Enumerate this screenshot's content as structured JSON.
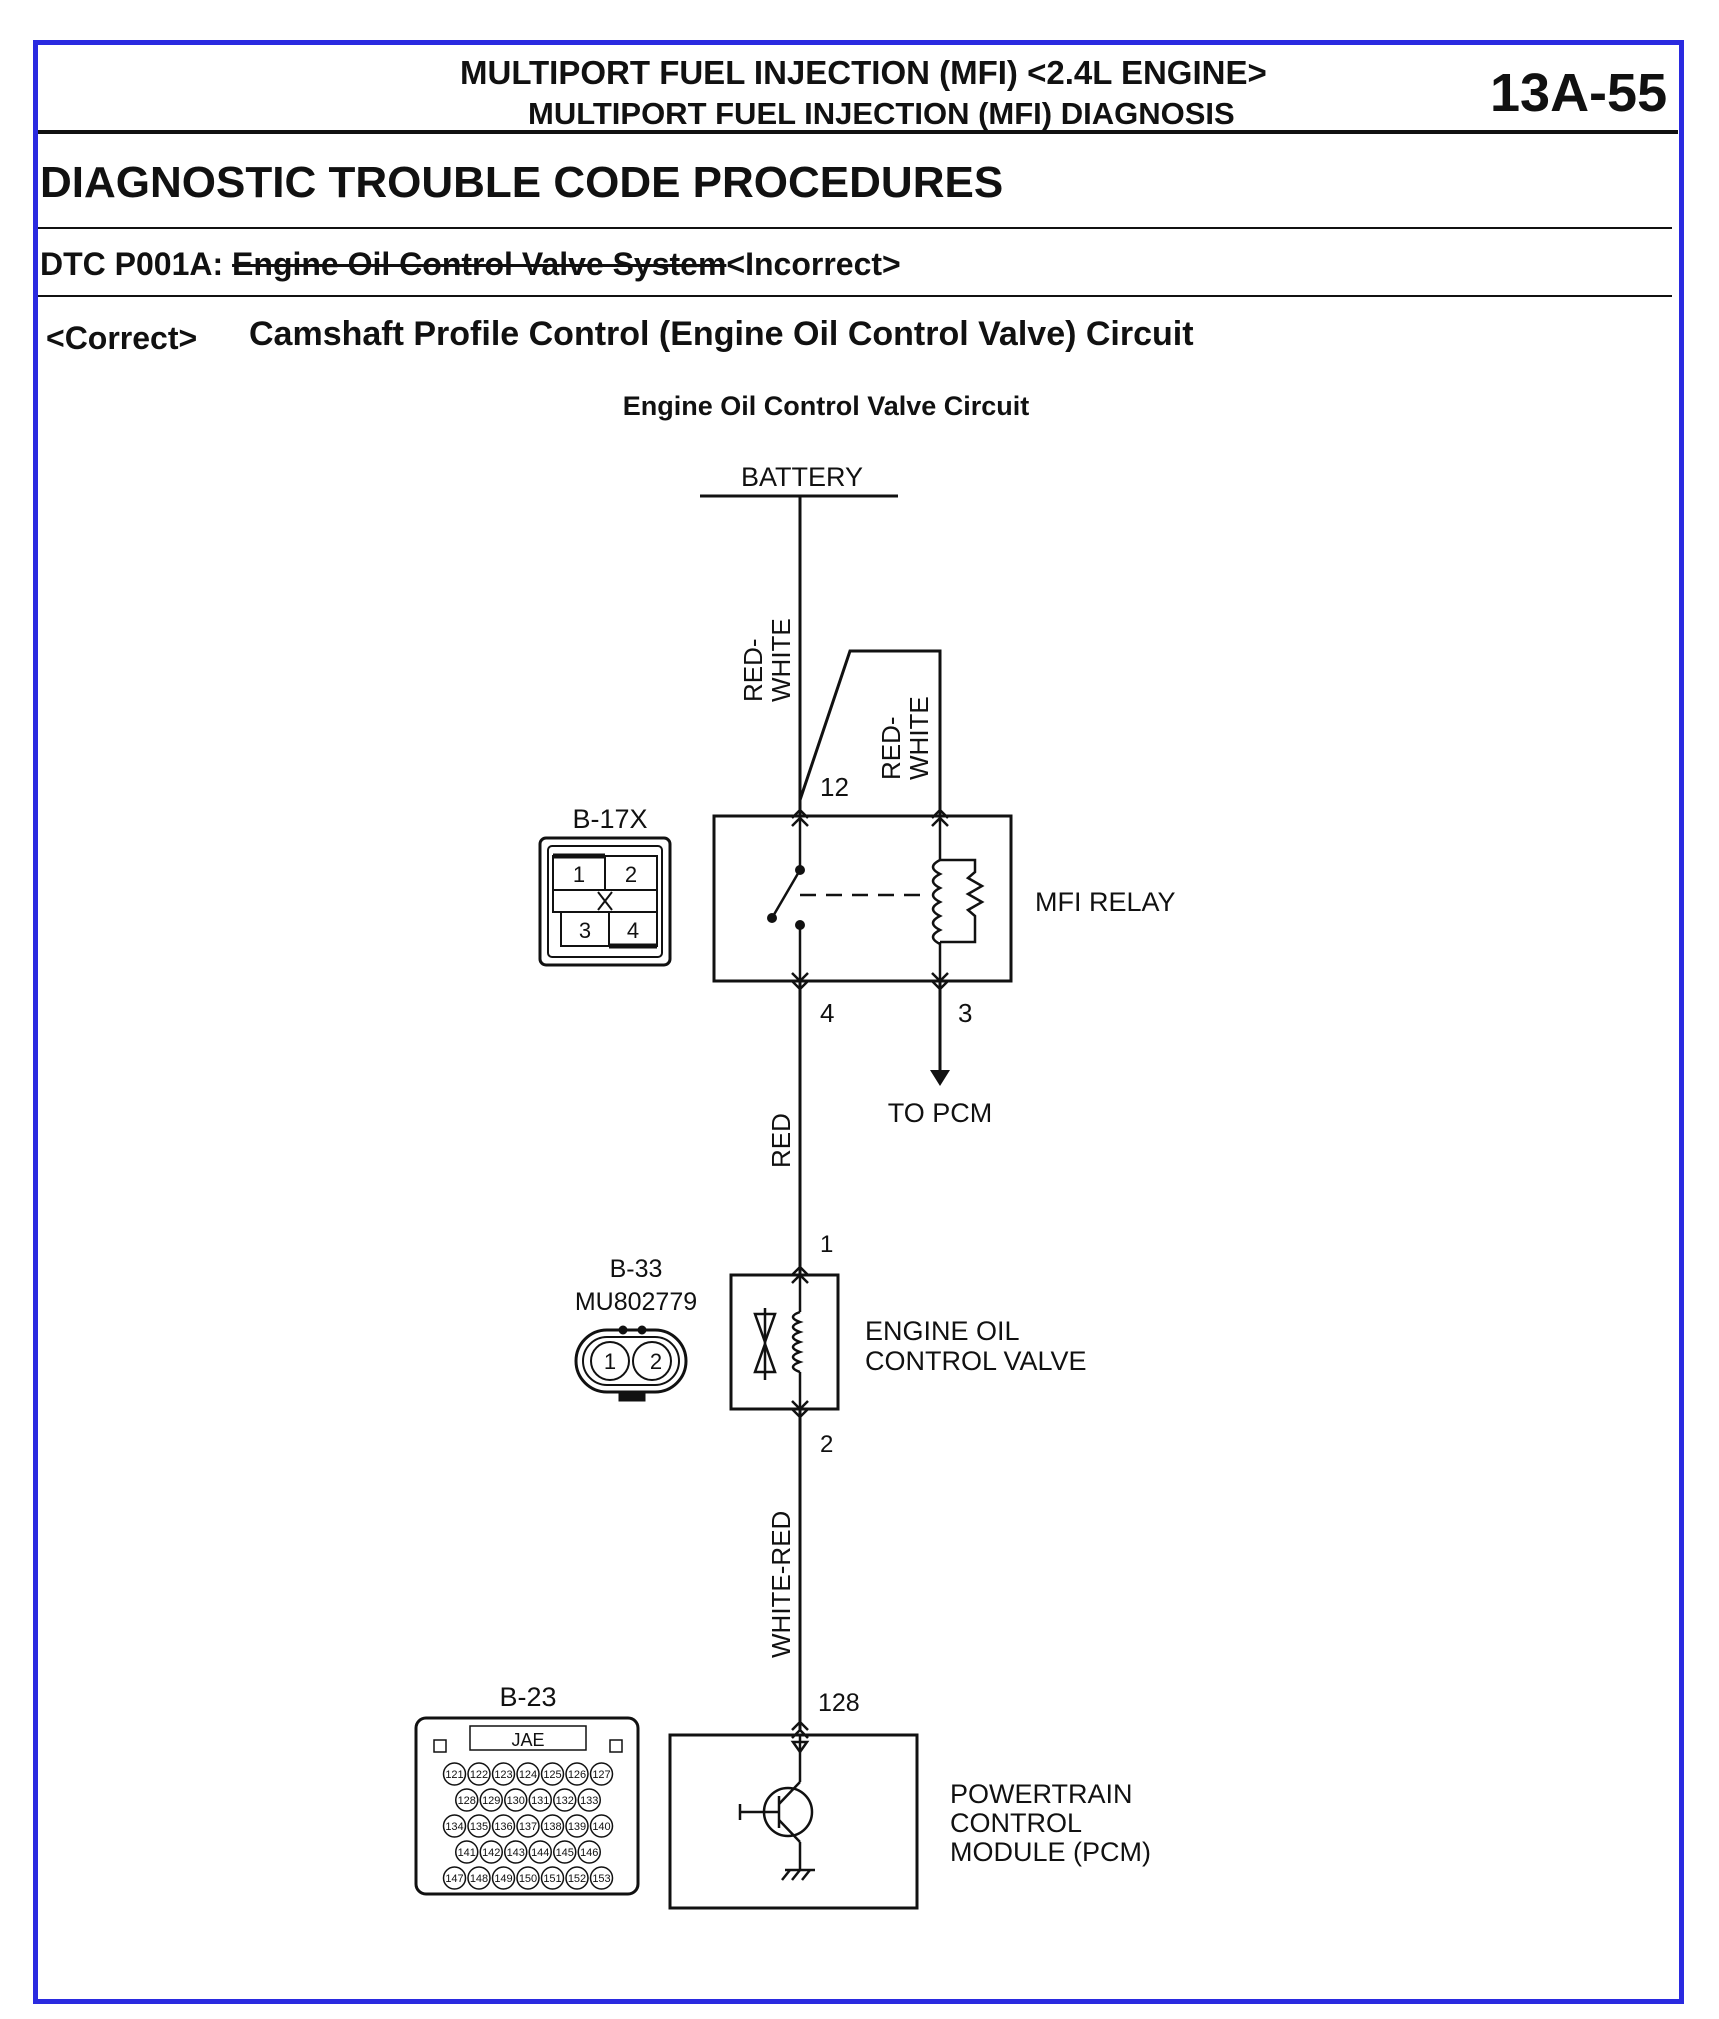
{
  "header": {
    "line1": "MULTIPORT FUEL INJECTION (MFI) <2.4L ENGINE>",
    "line2": "MULTIPORT FUEL INJECTION (MFI) DIAGNOSIS",
    "page_number": "13A-55"
  },
  "section_title": "DIAGNOSTIC TROUBLE CODE PROCEDURES",
  "dtc": {
    "code": "DTC P001A:",
    "incorrect_name": "Engine Oil Control Valve System",
    "incorrect_tag": "<Incorrect>",
    "correct_tag": "<Correct>",
    "correct_name": "Camshaft Profile Control (Engine Oil Control Valve) Circuit"
  },
  "diagram": {
    "title": "Engine Oil Control Valve Circuit",
    "battery_label": "BATTERY",
    "wire_red_white": "RED-",
    "wire_red_white_2": "WHITE",
    "wire_red": "RED",
    "wire_white_red": "WHITE-RED",
    "relay": {
      "connector": "B-17X",
      "label": "MFI RELAY",
      "pin_12": "12",
      "pin_4": "4",
      "pin_3": "3",
      "to_pcm": "TO PCM",
      "conn_pins": [
        "1",
        "2",
        "3",
        "4"
      ]
    },
    "valve": {
      "connector": "B-33",
      "part_number": "MU802779",
      "label_line1": "ENGINE OIL",
      "label_line2": "CONTROL VALVE",
      "pin_1": "1",
      "pin_2": "2",
      "conn_pins": [
        "1",
        "2"
      ]
    },
    "pcm": {
      "connector": "B-23",
      "connector_brand": "JAE",
      "pin_128": "128",
      "label_line1": "POWERTRAIN",
      "label_line2": "CONTROL",
      "label_line3": "MODULE (PCM)",
      "connector_rows": [
        [
          "121",
          "122",
          "123",
          "124",
          "125",
          "126",
          "127"
        ],
        [
          "128",
          "129",
          "130",
          "131",
          "132",
          "133"
        ],
        [
          "134",
          "135",
          "136",
          "137",
          "138",
          "139",
          "140"
        ],
        [
          "141",
          "142",
          "143",
          "144",
          "145",
          "146"
        ],
        [
          "147",
          "148",
          "149",
          "150",
          "151",
          "152",
          "153"
        ]
      ]
    }
  }
}
